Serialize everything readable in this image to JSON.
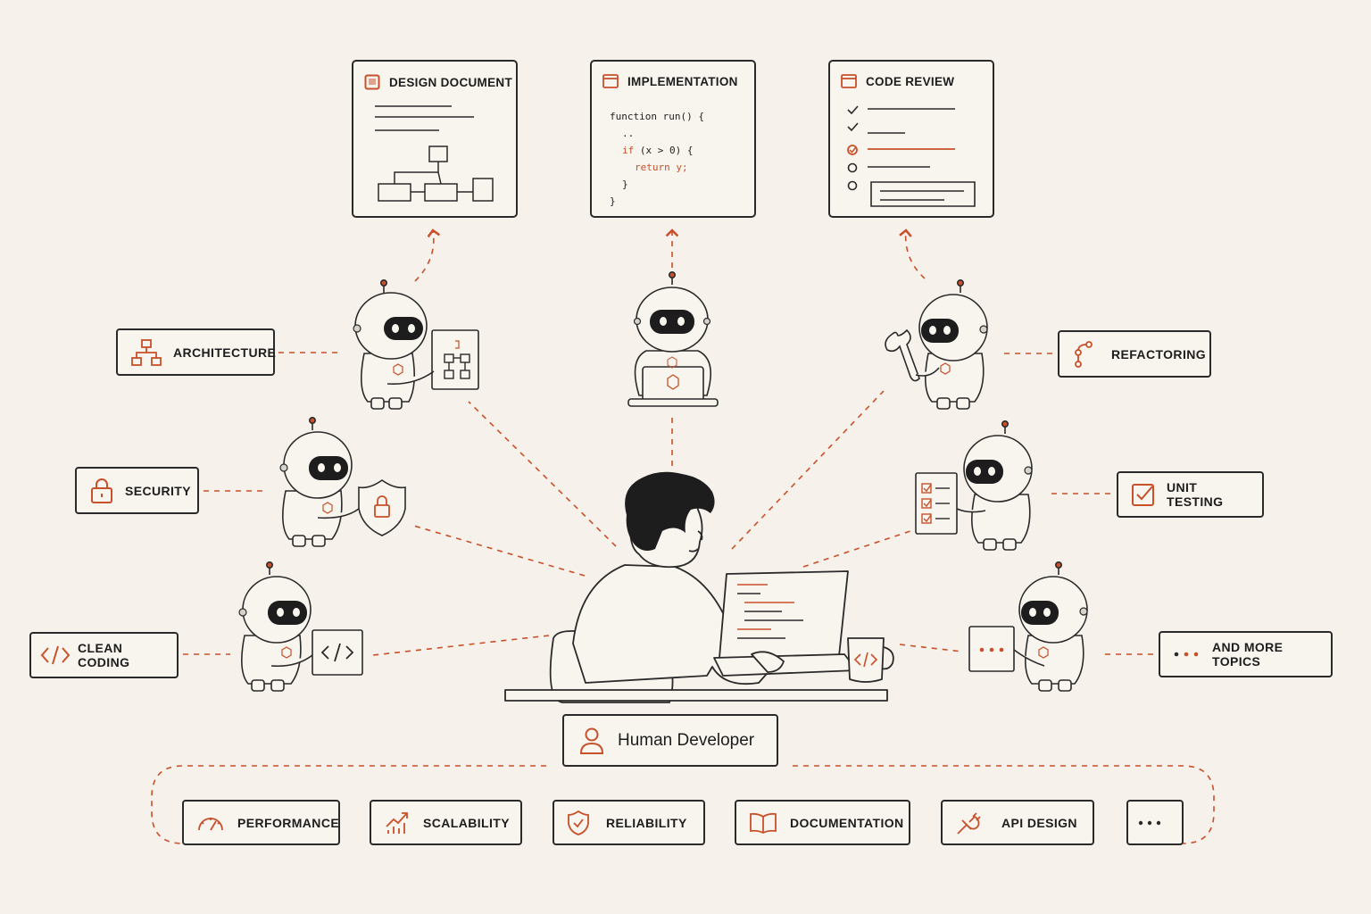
{
  "colors": {
    "accent": "#c8502a",
    "ink": "#2a2a2a",
    "background": "#f6f1ea"
  },
  "documents": [
    {
      "title": "DESIGN DOCUMENT",
      "icon": "document-icon"
    },
    {
      "title": "IMPLEMENTATION",
      "icon": "window-icon",
      "code": {
        "line1": "function run() {",
        "line2": "..",
        "line3a": "if",
        "line3b": " (x > 0) {",
        "line4": "return y;",
        "line5": "}",
        "line6": "}"
      }
    },
    {
      "title": "CODE REVIEW",
      "icon": "window-icon"
    }
  ],
  "topics_left": [
    {
      "label": "ARCHITECTURE",
      "icon": "architecture-icon"
    },
    {
      "label": "SECURITY",
      "icon": "lock-icon"
    },
    {
      "label": "CLEAN CODING",
      "icon": "code-brackets-icon"
    }
  ],
  "topics_right": [
    {
      "label": "REFACTORING",
      "icon": "branch-icon"
    },
    {
      "label": "UNIT TESTING",
      "icon": "checkbox-icon"
    },
    {
      "label": "AND MORE TOPICS",
      "icon": "ellipsis-icon"
    }
  ],
  "developer": {
    "label": "Human Developer",
    "icon": "person-icon"
  },
  "bottom_topics": [
    {
      "label": "PERFORMANCE",
      "icon": "gauge-icon"
    },
    {
      "label": "SCALABILITY",
      "icon": "growth-chart-icon"
    },
    {
      "label": "RELIABILITY",
      "icon": "shield-check-icon"
    },
    {
      "label": "DOCUMENTATION",
      "icon": "book-icon"
    },
    {
      "label": "API DESIGN",
      "icon": "plug-icon"
    },
    {
      "label": "",
      "icon": "ellipsis-icon"
    }
  ]
}
